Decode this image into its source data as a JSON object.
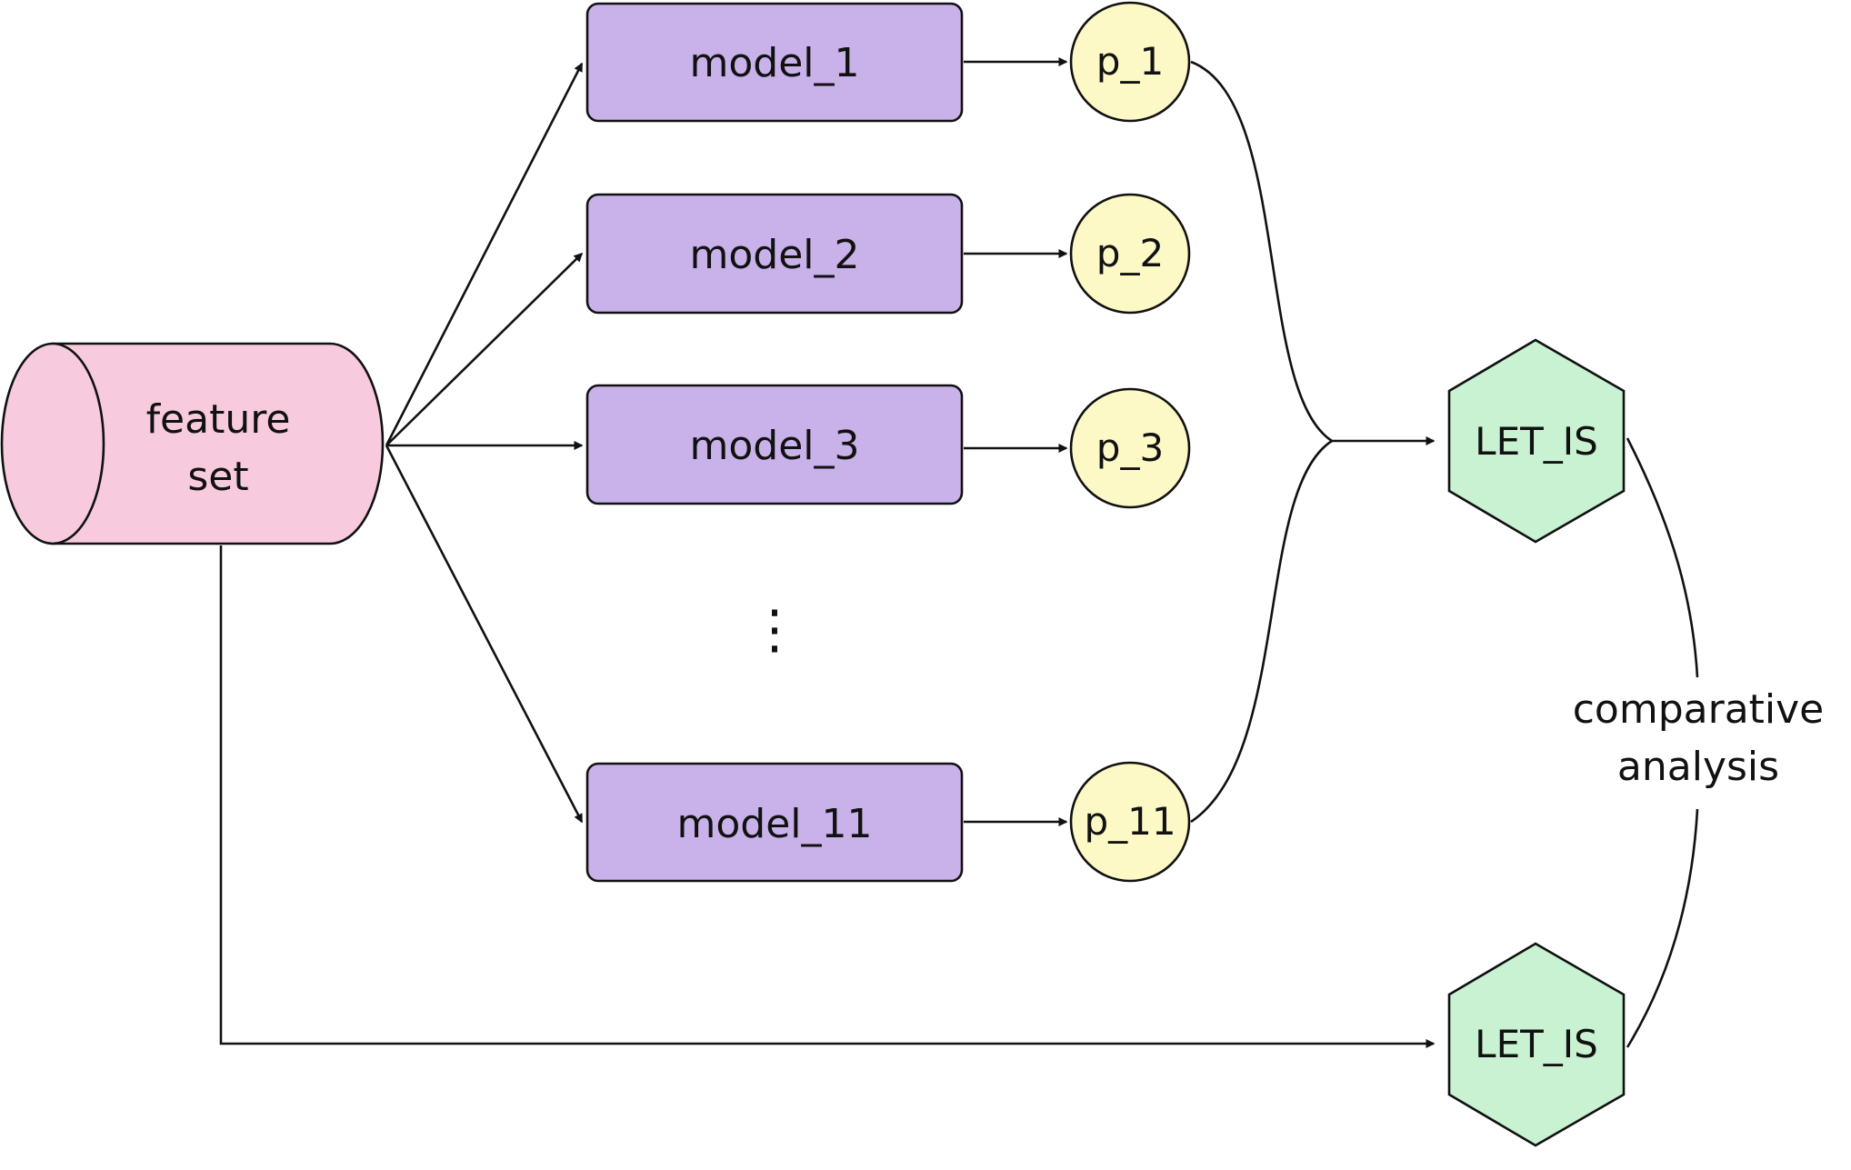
{
  "colors": {
    "feature_set_fill": "#F7CADD",
    "model_fill": "#C9B1EA",
    "prediction_fill": "#FCF9C6",
    "let_is_fill": "#C8F2D2",
    "stroke": "#111111",
    "background": "#FFFFFF"
  },
  "feature_set": {
    "line1": "feature",
    "line2": "set"
  },
  "models": [
    {
      "label": "model_1"
    },
    {
      "label": "model_2"
    },
    {
      "label": "model_3"
    },
    {
      "label": "model_11"
    }
  ],
  "predictions": [
    {
      "label": "p_1"
    },
    {
      "label": "p_2"
    },
    {
      "label": "p_3"
    },
    {
      "label": "p_11"
    }
  ],
  "ellipsis": "⋮",
  "let_is_top": {
    "label": "LET_IS"
  },
  "let_is_bottom": {
    "label": "LET_IS"
  },
  "comparison": {
    "line1": "comparative",
    "line2": "analysis"
  }
}
